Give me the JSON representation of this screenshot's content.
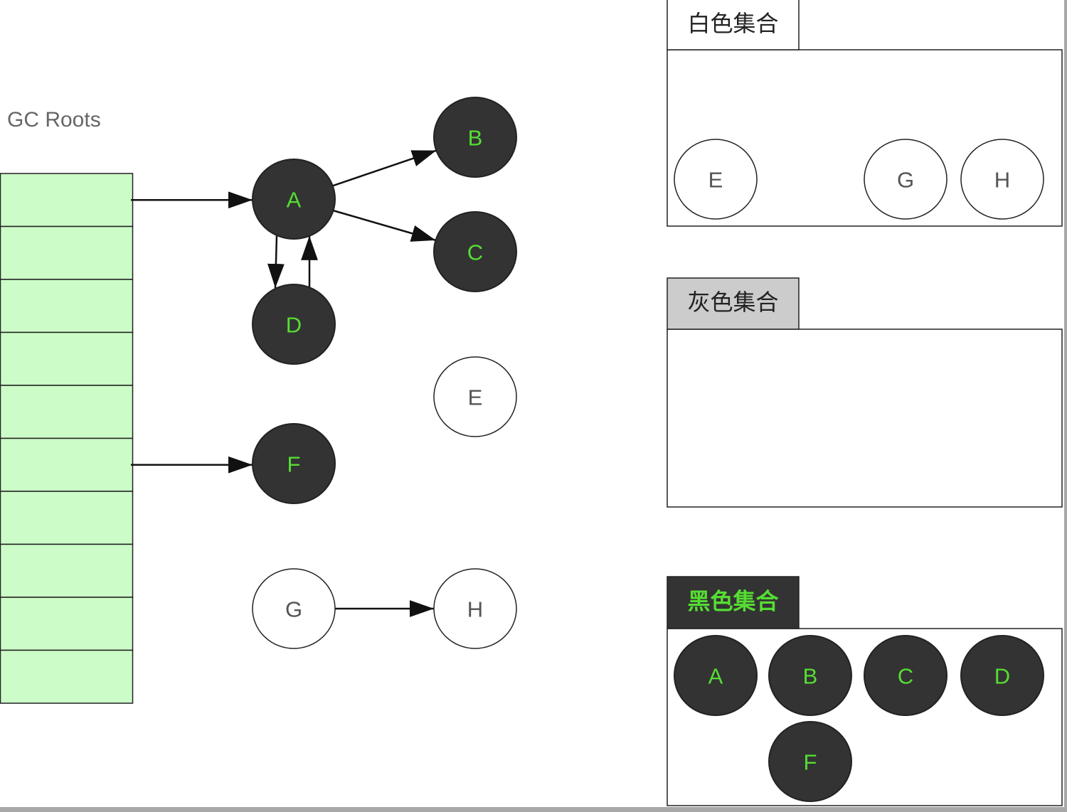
{
  "gc_roots": {
    "title": "GC Roots",
    "slot_count": 10,
    "slot_color": "#ccfcc8",
    "referencing_slots": [
      {
        "slot_index": 0,
        "target": "A"
      },
      {
        "slot_index": 5,
        "target": "F"
      }
    ]
  },
  "colors": {
    "black_node_fill": "#333333",
    "black_node_text": "#55dd33",
    "white_node_fill": "#ffffff",
    "white_node_text": "#555555",
    "gray_tab_fill": "#cccccc",
    "black_tab_fill": "#333333",
    "black_tab_text": "#55dd33",
    "edge_color": "#111111"
  },
  "nodes": [
    {
      "id": "A",
      "label": "A",
      "color": "black"
    },
    {
      "id": "B",
      "label": "B",
      "color": "black"
    },
    {
      "id": "C",
      "label": "C",
      "color": "black"
    },
    {
      "id": "D",
      "label": "D",
      "color": "black"
    },
    {
      "id": "E",
      "label": "E",
      "color": "white"
    },
    {
      "id": "F",
      "label": "F",
      "color": "black"
    },
    {
      "id": "G",
      "label": "G",
      "color": "white"
    },
    {
      "id": "H",
      "label": "H",
      "color": "white"
    }
  ],
  "edges": [
    {
      "from": "root-0",
      "to": "A"
    },
    {
      "from": "root-5",
      "to": "F"
    },
    {
      "from": "A",
      "to": "B"
    },
    {
      "from": "A",
      "to": "C"
    },
    {
      "from": "A",
      "to": "D"
    },
    {
      "from": "D",
      "to": "A"
    },
    {
      "from": "G",
      "to": "H"
    }
  ],
  "sets": [
    {
      "id": "white",
      "label": "白色集合",
      "members": [
        "E",
        "G",
        "H"
      ]
    },
    {
      "id": "gray",
      "label": "灰色集合",
      "members": []
    },
    {
      "id": "black",
      "label": "黑色集合",
      "members": [
        "A",
        "B",
        "C",
        "D",
        "F"
      ]
    }
  ]
}
